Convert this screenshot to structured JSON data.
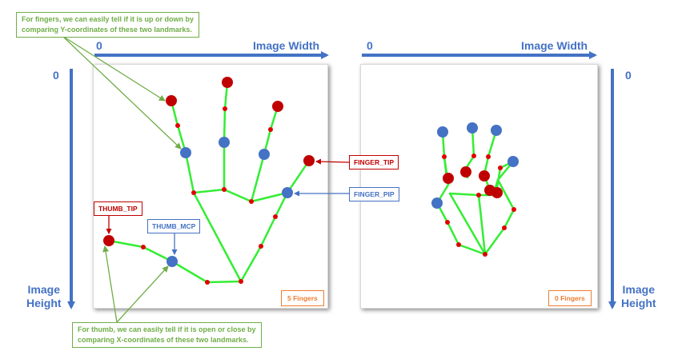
{
  "notes": {
    "fingers_line1": "For fingers, we can easily tell if it is up or down by",
    "fingers_line2": "comparing Y-coordinates of these two landmarks.",
    "thumb_line1": "For thumb, we can easily tell if it is open or close by",
    "thumb_line2": "comparing X-coordinates of these two landmarks."
  },
  "axes": {
    "left_x_zero": "0",
    "left_x_label": "Image Width",
    "right_x_zero": "0",
    "right_x_label": "Image Width",
    "left_y_zero": "0",
    "right_y_zero": "0",
    "height_line1": "Image",
    "height_line2": "Height"
  },
  "landmarks": {
    "finger_tip": "FINGER_TIP",
    "finger_pip": "FINGER_PIP",
    "thumb_tip": "THUMB_TIP",
    "thumb_mcp": "THUMB_MCP"
  },
  "counts": {
    "left": "5 Fingers",
    "right": "0 Fingers"
  },
  "colors": {
    "bone": "#33ee33",
    "tip": "#c00000",
    "pip": "#4472c4",
    "joint": "#e00000",
    "note": "#70ad47",
    "count": "#ed7d31"
  }
}
